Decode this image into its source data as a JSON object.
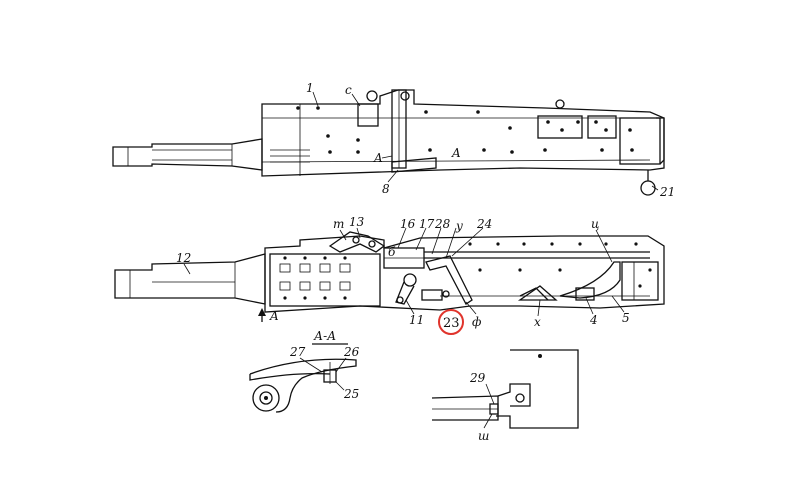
{
  "labels": {
    "top_1": "1",
    "top_c": "c",
    "top_a_left": "A",
    "top_a_right": "A",
    "top_8": "8",
    "top_21": "21",
    "mid_t": "т",
    "mid_13": "13",
    "mid_b": "б",
    "mid_16": "16",
    "mid_17": "17",
    "mid_28": "28",
    "mid_y": "у",
    "mid_24": "24",
    "mid_ts": "ц",
    "mid_12": "12",
    "mid_a": "A",
    "mid_11": "11",
    "mid_23": "23",
    "mid_phi": "ф",
    "mid_x": "х",
    "mid_4": "4",
    "mid_5": "5",
    "sec_title": "А-А",
    "sec_27": "27",
    "sec_26": "26",
    "sec_25": "25",
    "det_29": "29",
    "det_sh": "ш"
  },
  "highlight_color": "#e0342c"
}
